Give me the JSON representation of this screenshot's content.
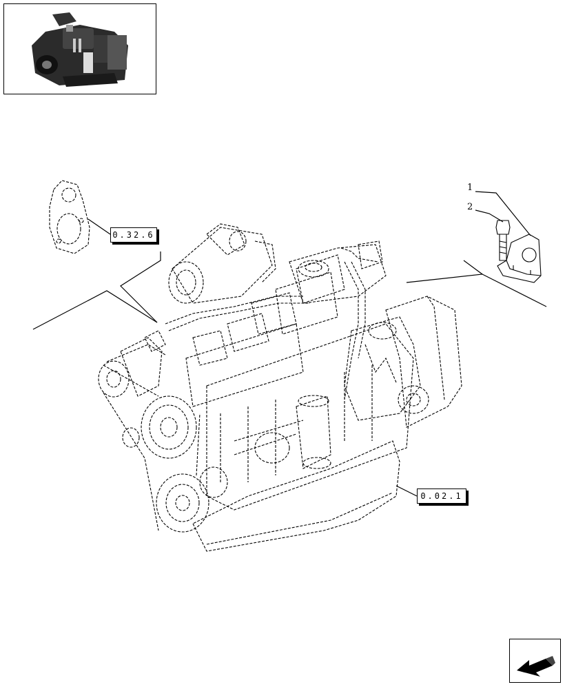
{
  "references": {
    "upper_left": "0.32.6",
    "lower_right": "0.02.1"
  },
  "callouts": {
    "item_1": "1",
    "item_2": "2"
  },
  "icons": {
    "thumbnail": "engine-thumbnail-icon",
    "navigation": "next-page-arrow-icon"
  }
}
